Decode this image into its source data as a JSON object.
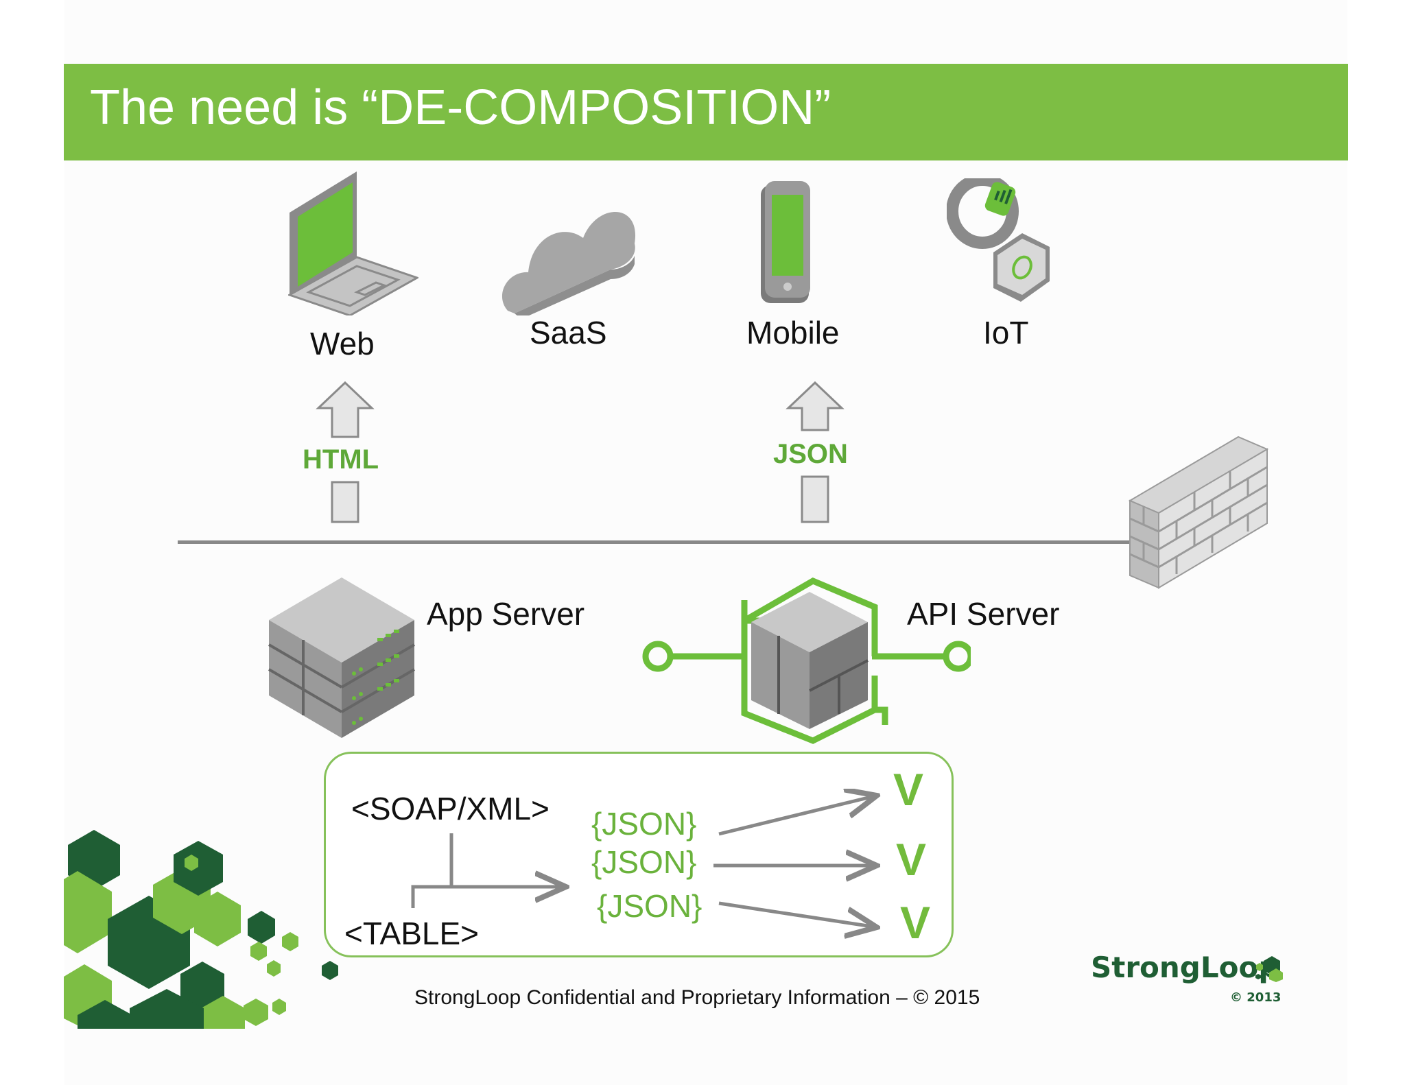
{
  "title": "The need is “DE-COMPOSITION”",
  "clients": {
    "web": "Web",
    "saas": "SaaS",
    "mobile": "Mobile",
    "iot": "IoT"
  },
  "protocols": {
    "html": "HTML",
    "json": "JSON"
  },
  "servers": {
    "app": "App Server",
    "api": "API Server"
  },
  "transform": {
    "soap": "<SOAP/XML>",
    "table": "<TABLE>",
    "json_items": [
      "{JSON}",
      "{JSON}",
      "{JSON}"
    ],
    "check": "V"
  },
  "footer": "StrongLoop Confidential and Proprietary Information – © 2015",
  "logo": {
    "name": "StrongLoop",
    "year": "© 2013"
  },
  "colors": {
    "brand_green": "#7dbe44",
    "dark_green": "#1f5e34",
    "gray": "#888888"
  }
}
